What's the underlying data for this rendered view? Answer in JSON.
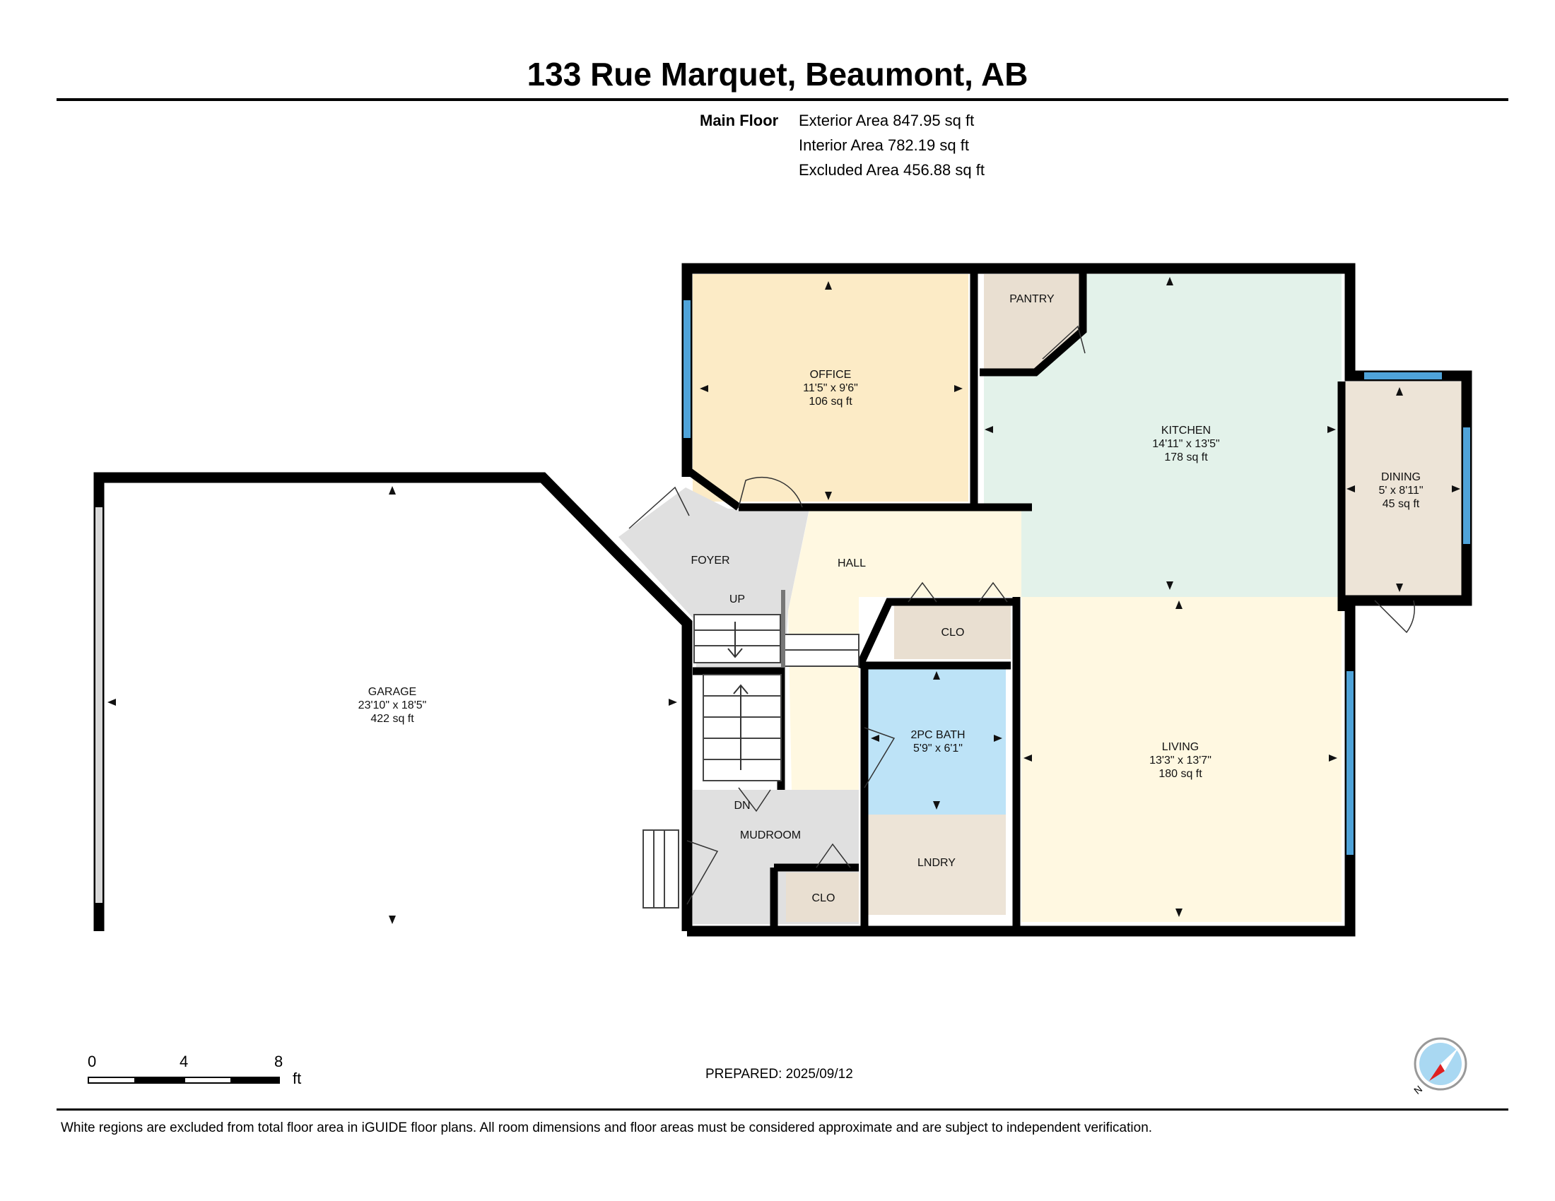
{
  "title": "133 Rue Marquet, Beaumont, AB",
  "floor": {
    "name": "Main Floor",
    "exterior_area": "Exterior Area 847.95 sq ft",
    "interior_area": "Interior Area 782.19 sq ft",
    "excluded_area": "Excluded Area 456.88 sq ft"
  },
  "rooms": {
    "office": {
      "name": "OFFICE",
      "dims": "11'5\" x 9'6\"",
      "area": "106 sq ft",
      "color": "#FCEBC6"
    },
    "pantry": {
      "name": "PANTRY",
      "color": "#E9DFD1"
    },
    "kitchen": {
      "name": "KITCHEN",
      "dims": "14'11\" x 13'5\"",
      "area": "178 sq ft",
      "color": "#E3F2EA"
    },
    "dining": {
      "name": "DINING",
      "dims": "5' x 8'11\"",
      "area": "45 sq ft",
      "color": "#EDE4D7"
    },
    "foyer": {
      "name": "FOYER",
      "color": "#E0E0E0"
    },
    "hall": {
      "name": "HALL",
      "color": "#FFF8E1"
    },
    "up": "UP",
    "dn": "DN",
    "closet_hall": {
      "name": "CLO",
      "color": "#E9DFD1"
    },
    "bath": {
      "name": "2PC BATH",
      "dims": "5'9\" x 6'1\"",
      "area": "",
      "color": "#BDE3F7"
    },
    "living": {
      "name": "LIVING",
      "dims": "13'3\" x 13'7\"",
      "area": "180 sq ft",
      "color": "#FFF8E1"
    },
    "garage": {
      "name": "GARAGE",
      "dims": "23'10\" x 18'5\"",
      "area": "422 sq ft",
      "color": "#FFFFFF"
    },
    "mudroom": {
      "name": "MUDROOM",
      "color": "#E0E0E0"
    },
    "closet_mud": {
      "name": "CLO",
      "color": "#E9DFD1"
    },
    "laundry": {
      "name": "LNDRY",
      "color": "#EDE4D7"
    }
  },
  "scale": {
    "ticks": [
      "0",
      "4",
      "8"
    ],
    "unit": "ft"
  },
  "prepared": "PREPARED: 2025/09/12",
  "compass_label": "N",
  "disclaimer": "White regions are excluded from total floor area in iGUIDE floor plans. All room dimensions and floor areas must be considered approximate and are subject to independent verification.",
  "colors": {
    "wall": "#000000",
    "window": "#4FA3D9"
  }
}
